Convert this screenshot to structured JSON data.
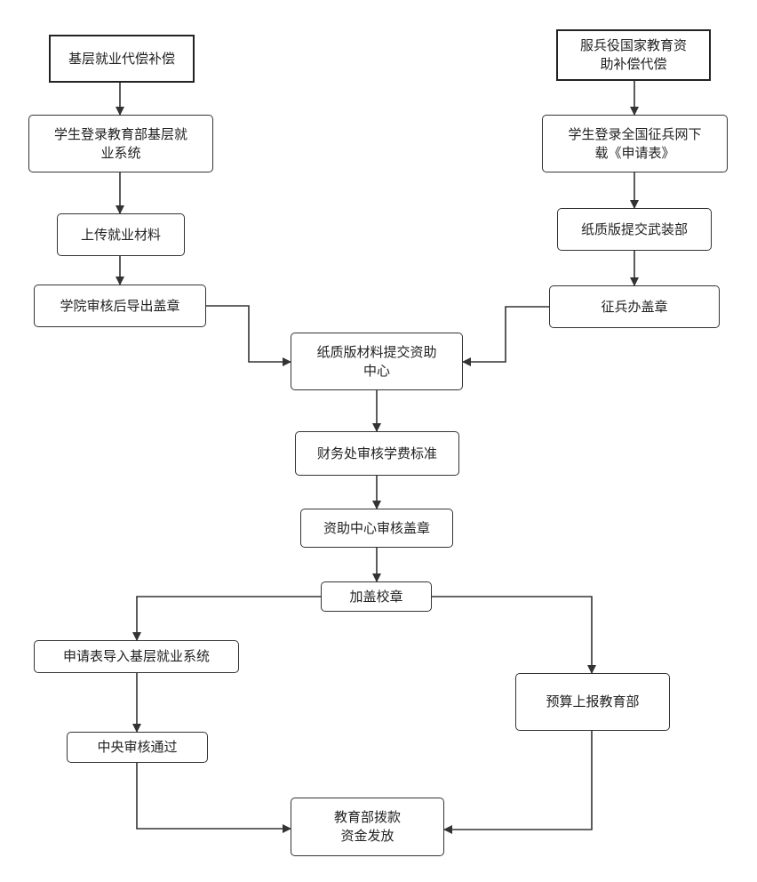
{
  "nodes": {
    "n_left_start": "基层就业代偿补偿",
    "n_left_login": "学生登录教育部基层就\n业系统",
    "n_left_upload": "上传就业材料",
    "n_left_export": "学院审核后导出盖章",
    "n_right_start": "服兵役国家教育资\n助补偿代偿",
    "n_right_login": "学生登录全国征兵网下\n载《申请表》",
    "n_right_paper": "纸质版提交武装部",
    "n_right_stamp": "征兵办盖章",
    "n_submit_center": "纸质版材料提交资助\n中心",
    "n_finance": "财务处审核学费标准",
    "n_aid_review": "资助中心审核盖章",
    "n_school_seal": "加盖校章",
    "n_import": "申请表导入基层就业系统",
    "n_central": "中央审核通过",
    "n_budget": "预算上报教育部",
    "n_disburse": "教育部拨款\n资金发放"
  },
  "colors": {
    "line": "#333333",
    "border": "#333333",
    "text": "#222222",
    "background": "#ffffff"
  }
}
